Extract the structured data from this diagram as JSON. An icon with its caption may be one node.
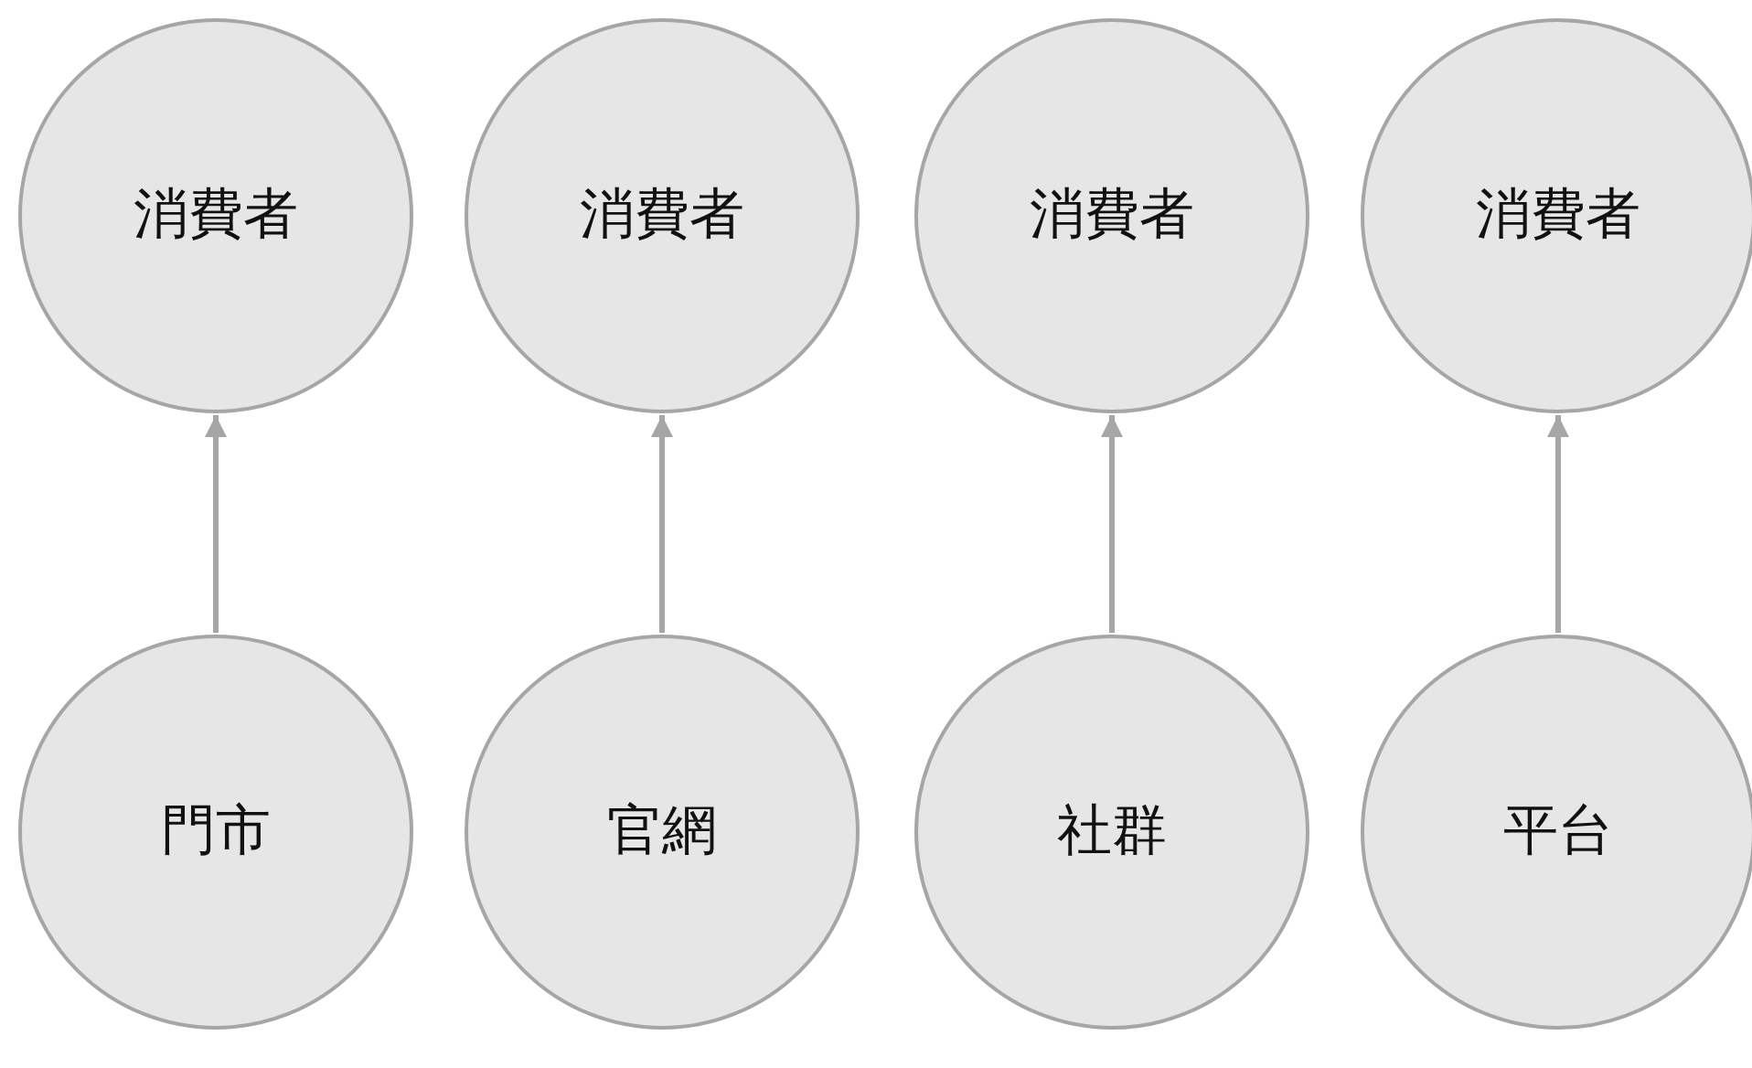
{
  "diagram": {
    "nodes": [
      {
        "text": [
          "消費者"
        ]
      },
      {
        "text": [
          "消費者"
        ]
      },
      {
        "text": [
          "消費者"
        ]
      },
      {
        "text": [
          "消費者"
        ]
      },
      {
        "text": [
          "門市"
        ]
      },
      {
        "text": [
          "官網"
        ]
      },
      {
        "text": [
          "社群"
        ]
      },
      {
        "text": [
          "平台"
        ]
      }
    ],
    "edges": [
      {
        "from": 4,
        "to": 0,
        "arrow": "to"
      },
      {
        "from": 5,
        "to": 1,
        "arrow": "to"
      },
      {
        "from": 6,
        "to": 2,
        "arrow": "to"
      },
      {
        "from": 7,
        "to": 3,
        "arrow": "to"
      }
    ]
  }
}
